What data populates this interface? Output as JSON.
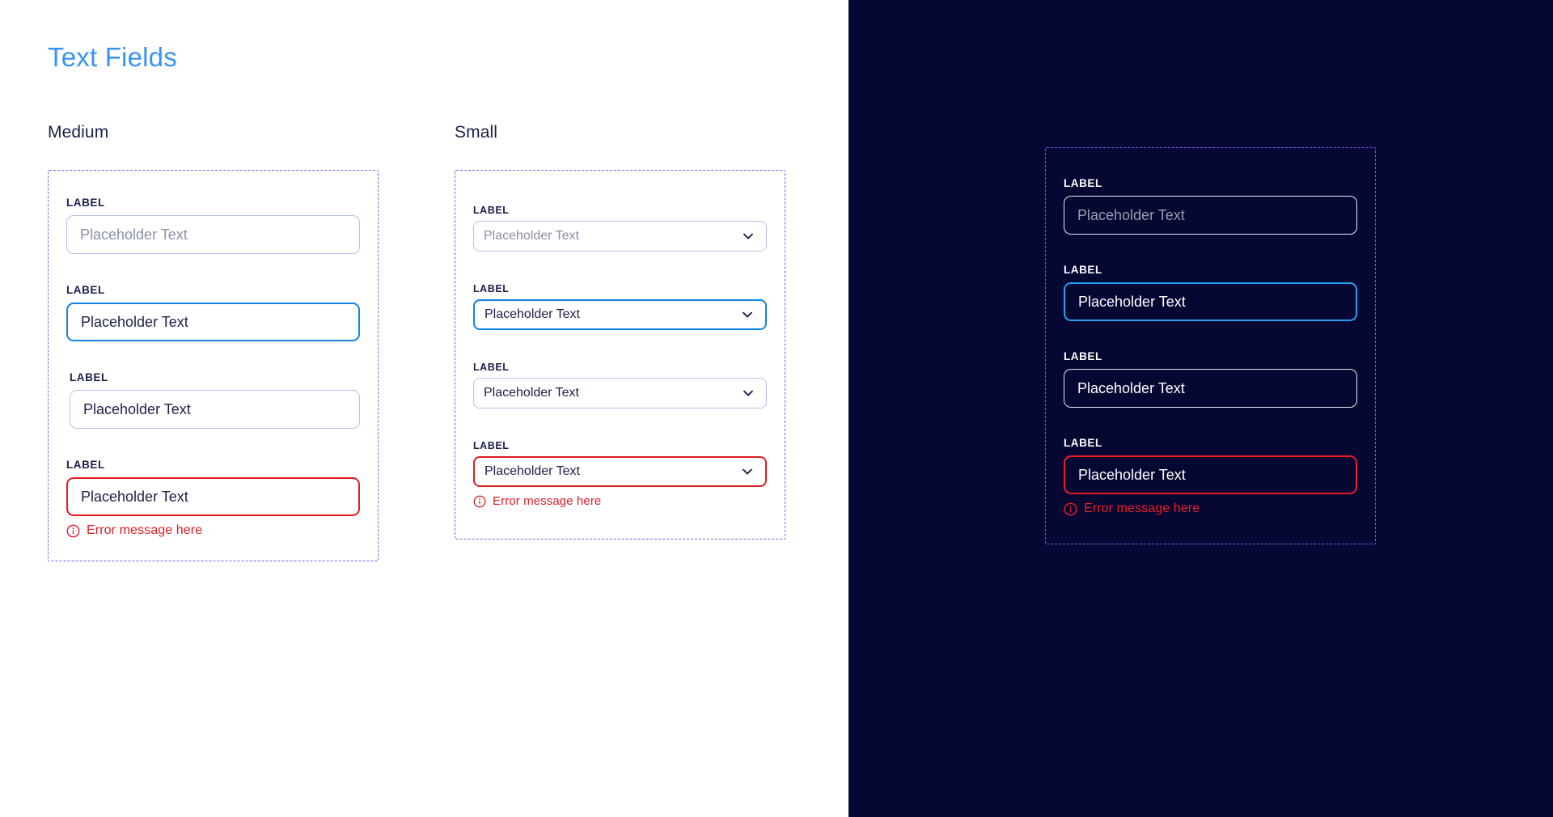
{
  "page": {
    "title": "Text Fields",
    "accent_blue": "#3994f5",
    "focus_blue": "#1283e8",
    "error_red": "#e01b23",
    "dashed_purple": "#7b5cf0",
    "dark_bg": "#060733",
    "default_border": "#b9bdf0",
    "navy_text": "#1c1f4a"
  },
  "light_pane": {
    "columns": [
      {
        "heading": "Medium",
        "size": "medium",
        "fields": [
          {
            "label": "LABEL",
            "state": "default",
            "value": "Placeholder Text",
            "placeholder": "Placeholder Text",
            "has_chevron": false,
            "error": null
          },
          {
            "label": "LABEL",
            "state": "focus",
            "value": "Placeholder Text",
            "placeholder": "Placeholder Text",
            "has_chevron": false,
            "error": null
          },
          {
            "label": "LABEL",
            "state": "filled",
            "value": "Placeholder Text",
            "placeholder": "Placeholder Text",
            "has_chevron": false,
            "error": null
          },
          {
            "label": "LABEL",
            "state": "error",
            "value": "Placeholder Text",
            "placeholder": "Placeholder Text",
            "has_chevron": false,
            "error": "Error message here"
          }
        ]
      },
      {
        "heading": "Small",
        "size": "small",
        "fields": [
          {
            "label": "LABEL",
            "state": "default",
            "value": "Placeholder Text",
            "placeholder": "Placeholder Text",
            "has_chevron": true,
            "error": null
          },
          {
            "label": "LABEL",
            "state": "focus",
            "value": "Placeholder Text",
            "placeholder": "Placeholder Text",
            "has_chevron": true,
            "error": null
          },
          {
            "label": "LABEL",
            "state": "filled",
            "value": "Placeholder Text",
            "placeholder": "Placeholder Text",
            "has_chevron": true,
            "error": null
          },
          {
            "label": "LABEL",
            "state": "error",
            "value": "Placeholder Text",
            "placeholder": "Placeholder Text",
            "has_chevron": true,
            "error": "Error message here"
          }
        ]
      }
    ]
  },
  "dark_pane": {
    "size": "medium",
    "fields": [
      {
        "label": "LABEL",
        "state": "default",
        "value": "Placeholder Text",
        "placeholder": "Placeholder Text",
        "has_chevron": false,
        "error": null
      },
      {
        "label": "LABEL",
        "state": "focus",
        "value": "Placeholder Text",
        "placeholder": "Placeholder Text",
        "has_chevron": false,
        "error": null
      },
      {
        "label": "LABEL",
        "state": "filled",
        "value": "Placeholder Text",
        "placeholder": "Placeholder Text",
        "has_chevron": false,
        "error": null
      },
      {
        "label": "LABEL",
        "state": "error",
        "value": "Placeholder Text",
        "placeholder": "Placeholder Text",
        "has_chevron": false,
        "error": "Error message here"
      }
    ]
  },
  "icons": {
    "chevron": "chevron-down-icon",
    "error": "error-info-icon"
  }
}
